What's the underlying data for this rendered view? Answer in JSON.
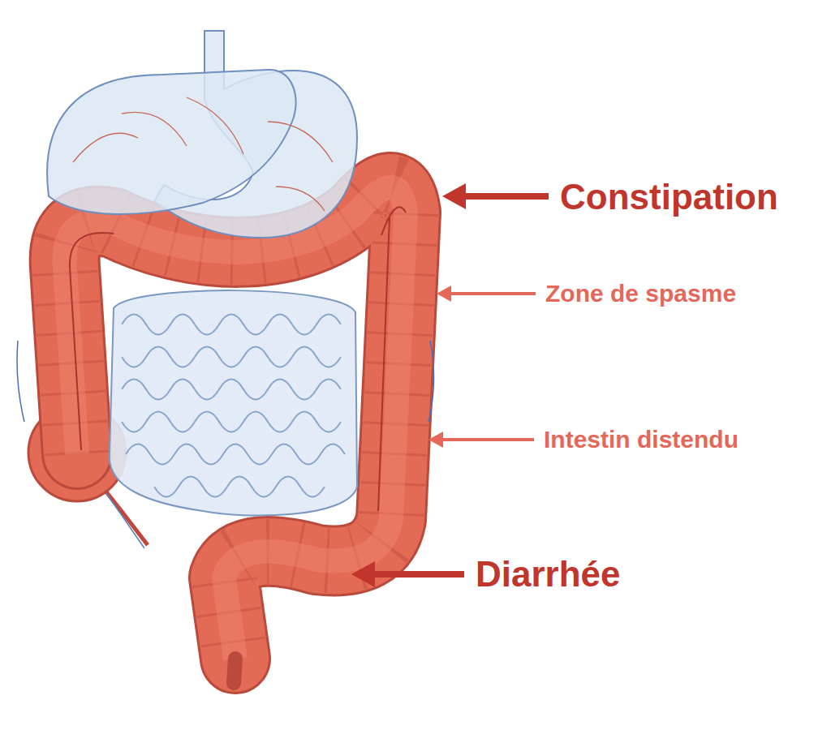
{
  "diagram": {
    "labels": [
      "Constipation",
      "Zone de spasme",
      "Intestin distendu",
      "Diarrhée"
    ]
  }
}
